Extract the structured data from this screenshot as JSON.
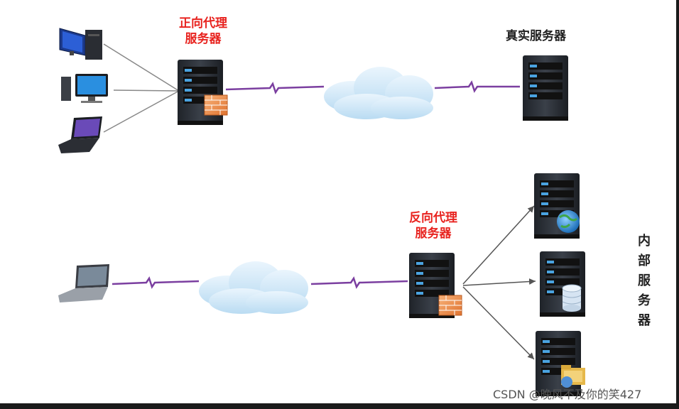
{
  "labels": {
    "forward_proxy_line1": "正向代理",
    "forward_proxy_line2": "服务器",
    "real_server": "真实服务器",
    "reverse_proxy_line1": "反向代理",
    "reverse_proxy_line2": "服务器",
    "internal_servers_chars": [
      "内",
      "部",
      "服",
      "务",
      "器"
    ]
  },
  "watermark": "CSDN @晚风不及你的笑427",
  "colors": {
    "proxy_label": "#e8231f",
    "link": "#7b3fa0",
    "cloud": "#cfe6f7",
    "server_body": "#2b2f36",
    "background": "#ffffff",
    "frame": "#1a1a1a"
  },
  "icons": {
    "cloud": "cloud-icon",
    "server": "server-tower-icon",
    "firewall": "firewall-icon",
    "globe": "globe-icon",
    "database": "database-icon",
    "folder": "folder-icon",
    "monitor": "desktop-monitor-icon",
    "laptop": "laptop-icon"
  }
}
